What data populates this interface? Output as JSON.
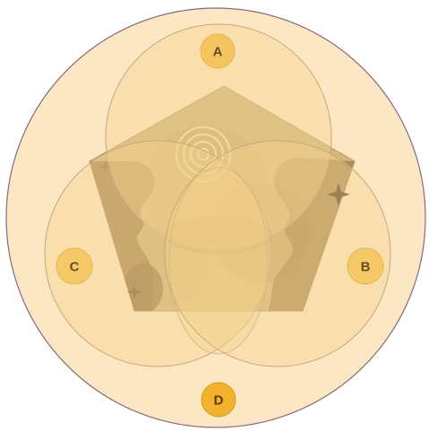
{
  "diagram": {
    "labels": {
      "a": "A",
      "b": "B",
      "c": "C",
      "d": "D"
    },
    "colors": {
      "outer_fill": "#fbe7c3",
      "outer_stroke": "#8b6a7a",
      "circle_fill": "#f6d38f",
      "circle_stroke": "#c9a67a",
      "badge_fill": "#f5c660",
      "badge_fill_d": "#f2b22e",
      "badge_text": "#6a4b22",
      "pentagon_fill": "#d3b67e",
      "art_dark": "#9c7c4c"
    },
    "icons": {
      "center": "pentagon-profiles-artwork",
      "spiral": "spiral-icon",
      "sparkle": "sparkle-icon"
    }
  }
}
